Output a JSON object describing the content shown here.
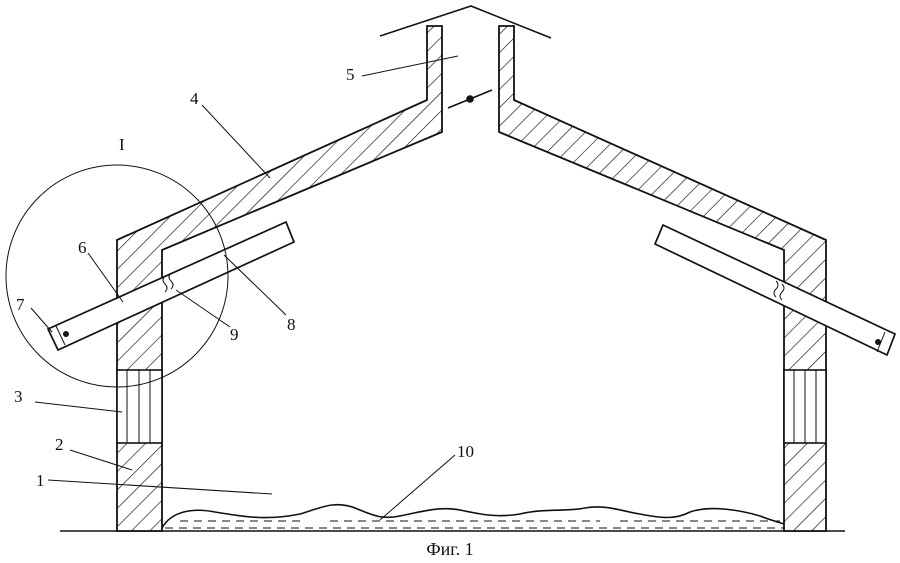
{
  "figure": {
    "caption": "Фиг. 1",
    "detail_label": "I",
    "labels": {
      "l1": "1",
      "l2": "2",
      "l3": "3",
      "l4": "4",
      "l5": "5",
      "l6": "6",
      "l7": "7",
      "l8": "8",
      "l9": "9",
      "l10": "10"
    }
  }
}
